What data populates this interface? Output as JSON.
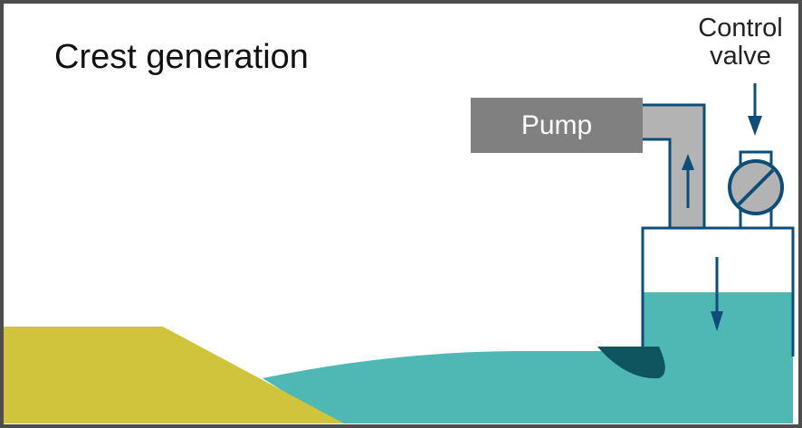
{
  "title": "Crest generation",
  "pump": {
    "label": "Pump"
  },
  "control_valve": {
    "line1": "Control",
    "line2": "valve"
  },
  "colors": {
    "water": "#4fb8b4",
    "sand": "#cfc43c",
    "tank_outline": "#0e4d78",
    "pump_fill": "#808080",
    "pipe_fill": "#b3b3b3",
    "flap": "#0e5560",
    "frame": "#4d4d4d"
  },
  "icons": [
    "pump-box",
    "pipe-elbow",
    "control-valve-icon",
    "flow-up-arrow-icon",
    "flow-down-arrow-icon",
    "valve-pointer-arrow-icon",
    "wave-flap"
  ]
}
